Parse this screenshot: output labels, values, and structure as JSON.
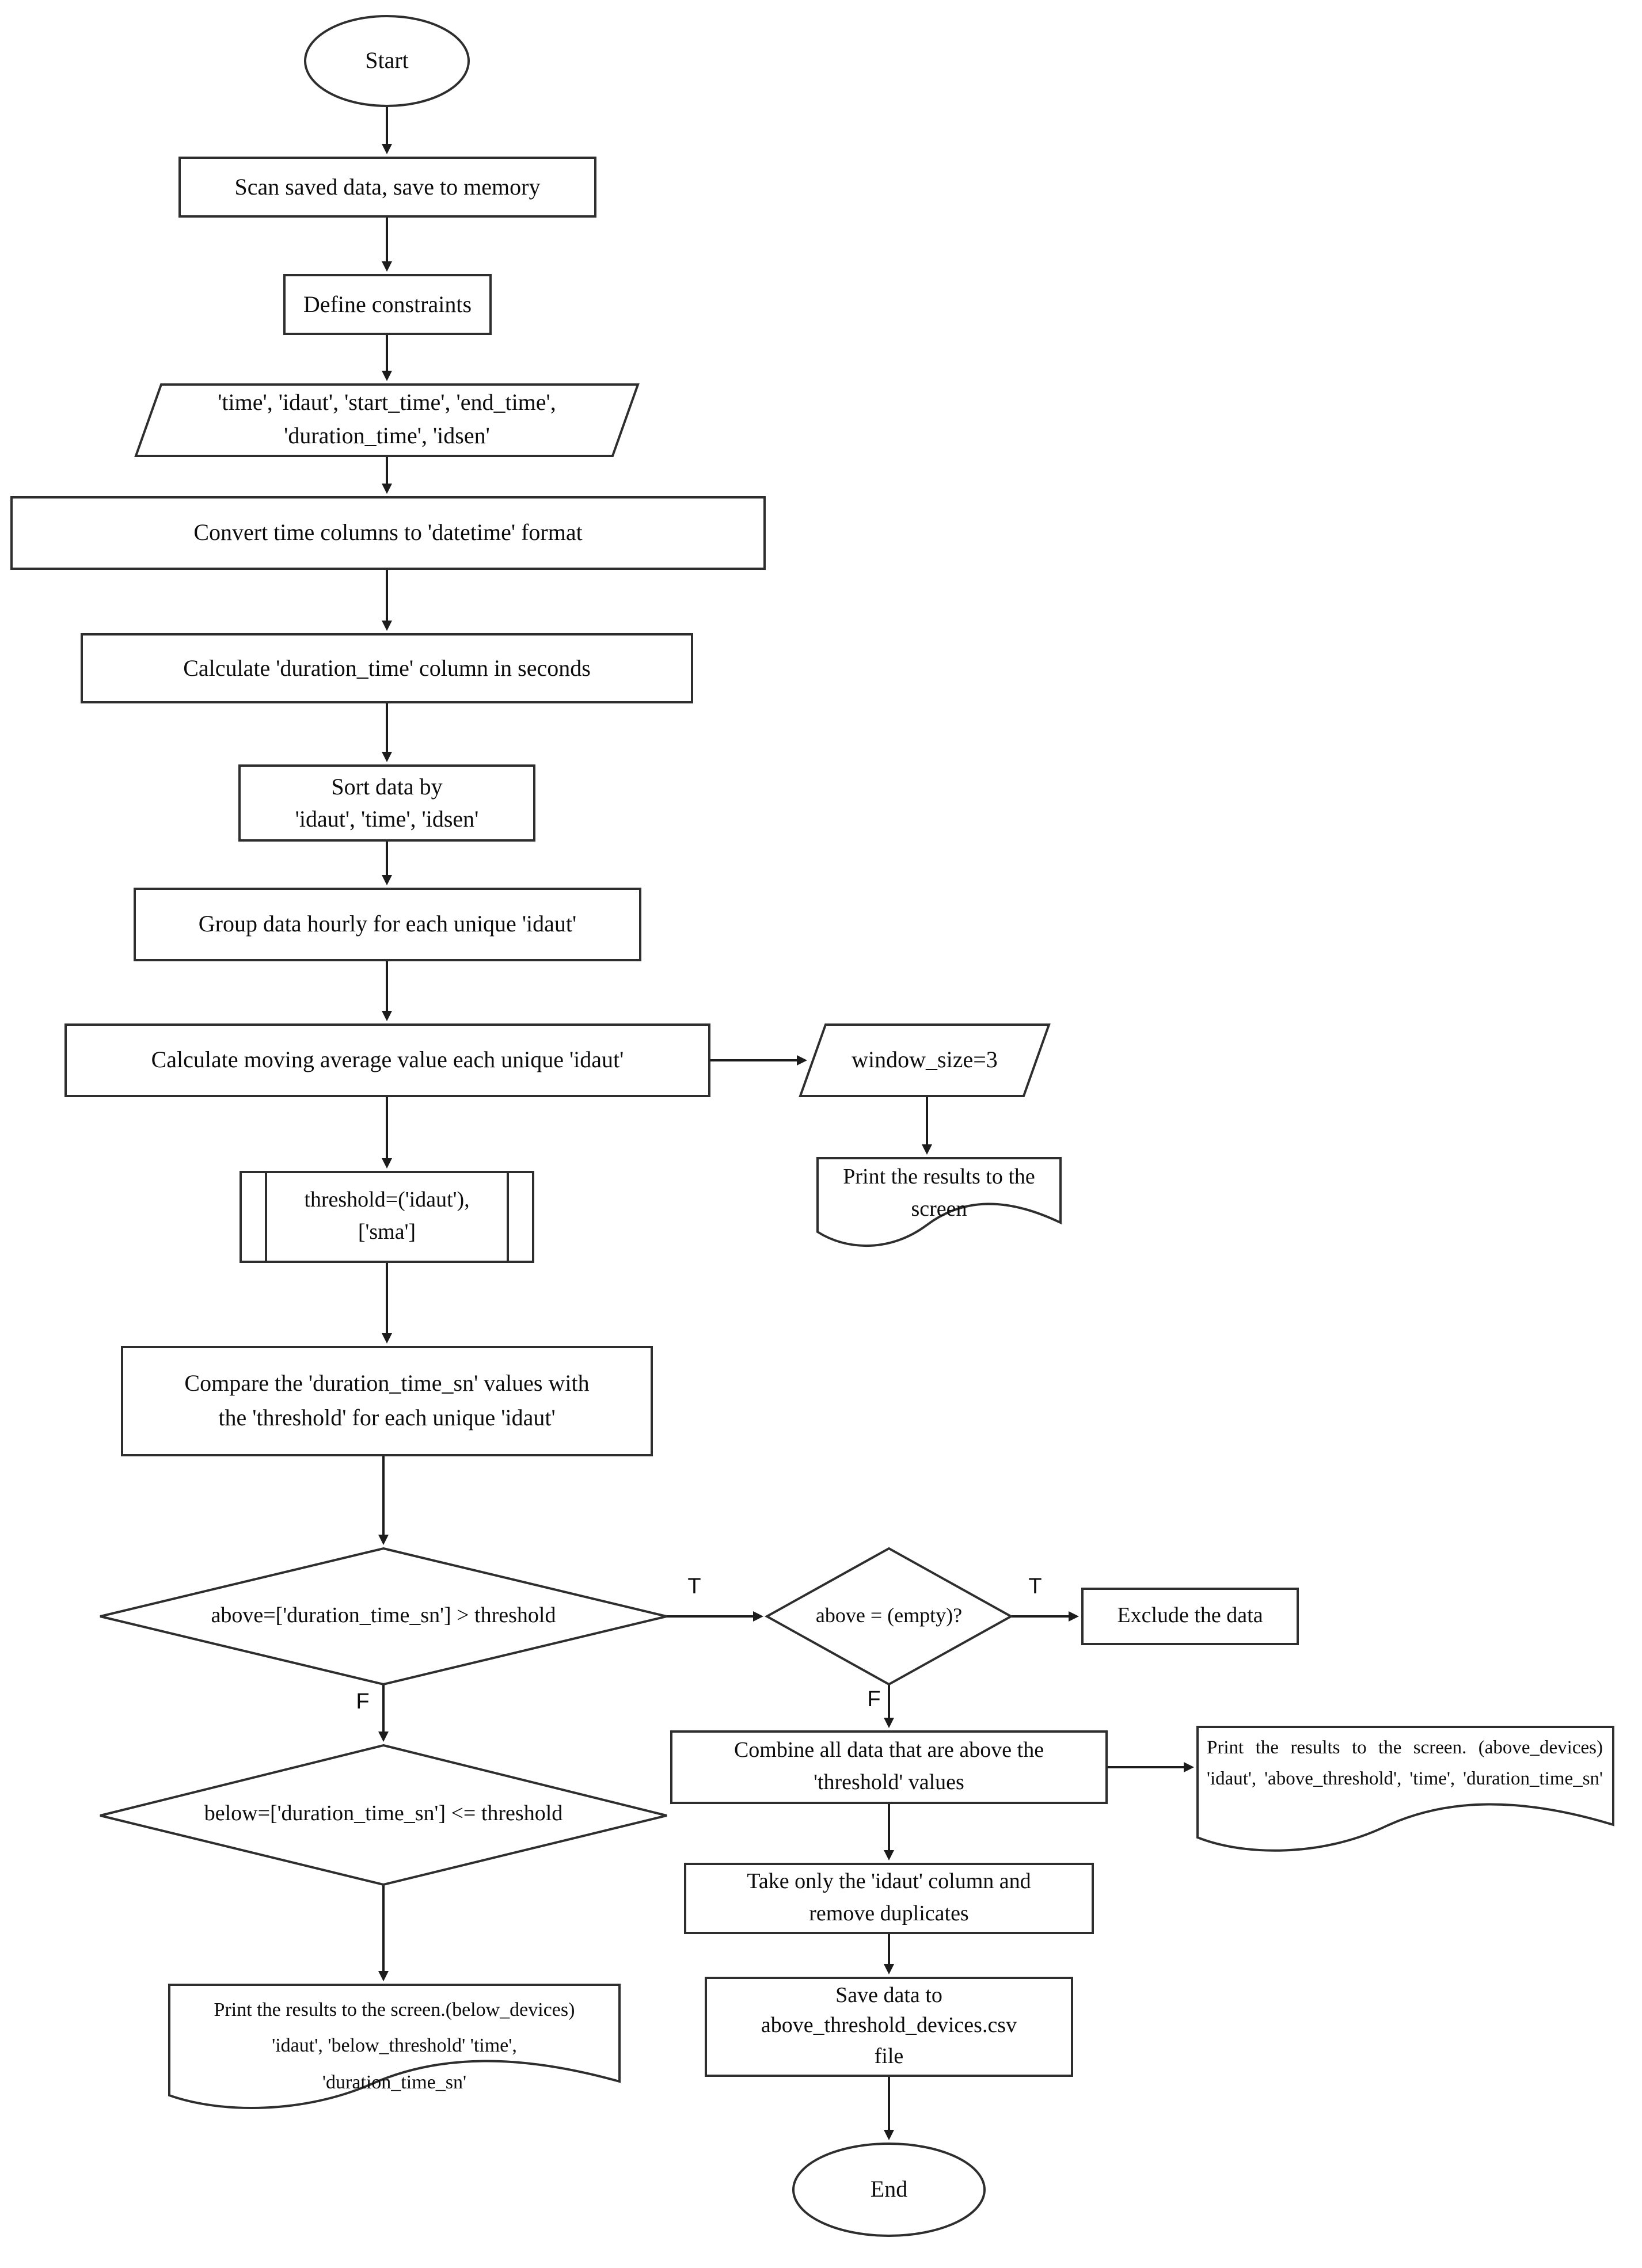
{
  "page": {
    "background": "#ffffff",
    "line_color": "#2e2e2e",
    "text_color": "#0d0d0d"
  },
  "nodes": {
    "start": "Start",
    "scan": "Scan saved data, save to memory",
    "define": "Define constraints",
    "fields": "'time', 'idaut', 'start_time', 'end_time',\n'duration_time', 'idsen'",
    "convert": "Convert time columns to 'datetime' format",
    "calc_duration": "Calculate 'duration_time' column in seconds",
    "sort": "Sort data by\n'idaut', 'time', 'idsen'",
    "group": "Group data hourly for each unique 'idaut'",
    "moving_avg": "Calculate moving average value each unique 'idaut'",
    "window_size": "window_size=3",
    "print_sma": "Print the results to the\nscreen",
    "threshold": "threshold=('idaut'),\n['sma']",
    "compare": "Compare the 'duration_time_sn' values with\nthe 'threshold' for each unique 'idaut'",
    "decision_above": "above=['duration_time_sn'] > threshold",
    "decision_empty": "above = (empty)?",
    "exclude": "Exclude the data",
    "combine": "Combine all data that are above the\n'threshold' values",
    "print_above_devices": "Print the results to the screen. (above_devices) 'idaut', 'above_threshold', 'time', 'duration_time_sn'",
    "take_idaut": "Take only the 'idaut' column and\nremove duplicates",
    "save_csv": "Save data to\nabove_threshold_devices.csv\nfile",
    "decision_below": "below=['duration_time_sn'] <= threshold",
    "print_below_devices": "Print the results to the screen.(below_devices)\n'idaut', 'below_threshold'  'time',\n'duration_time_sn'",
    "end": "End"
  },
  "edge_labels": {
    "above_true": "T",
    "empty_true": "T",
    "above_false": "F",
    "empty_false": "F"
  }
}
